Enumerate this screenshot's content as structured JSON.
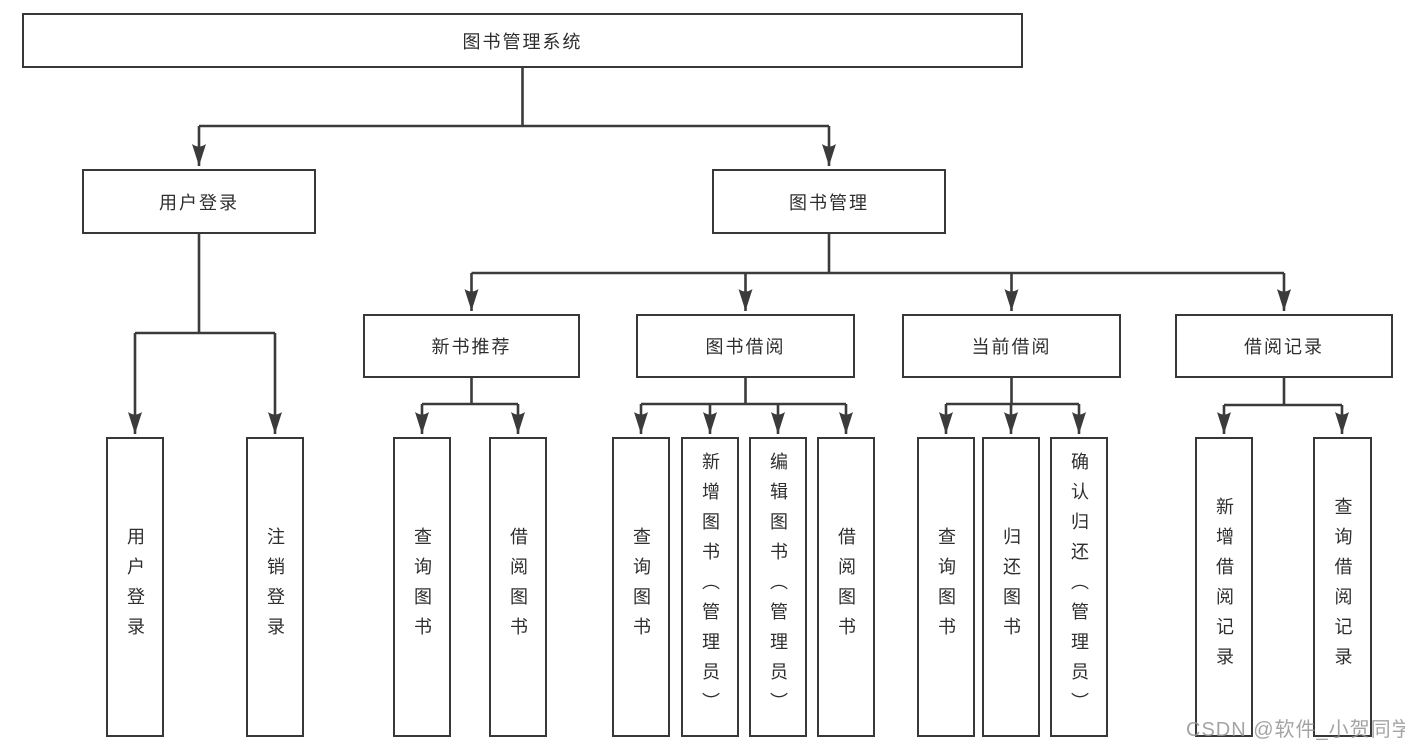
{
  "diagram": {
    "title": "图书管理系统",
    "colors": {
      "line": "#3b3b3b",
      "box_border": "#383838",
      "box_fill": "#ffffff",
      "text": "#2e2e2e",
      "watermark": "#949494",
      "background": "#ffffff"
    },
    "nodes": {
      "root": {
        "label": "图书管理系统"
      },
      "level2": [
        {
          "label": "用户登录"
        },
        {
          "label": "图书管理"
        }
      ],
      "level3": [
        {
          "label": "新书推荐"
        },
        {
          "label": "图书借阅"
        },
        {
          "label": "当前借阅"
        },
        {
          "label": "借阅记录"
        }
      ],
      "leaves": {
        "login": [
          {
            "label": "用户登录"
          },
          {
            "label": "注销登录"
          }
        ],
        "newbook": [
          {
            "label": "查询图书"
          },
          {
            "label": "借阅图书"
          }
        ],
        "borrow": [
          {
            "label": "查询图书"
          },
          {
            "label": "新增图书（管理员）"
          },
          {
            "label": "编辑图书（管理员）"
          },
          {
            "label": "借阅图书"
          }
        ],
        "current": [
          {
            "label": "查询图书"
          },
          {
            "label": "归还图书"
          },
          {
            "label": "确认归还（管理员）"
          }
        ],
        "records": [
          {
            "label": "新增借阅记录"
          },
          {
            "label": "查询借阅记录"
          }
        ]
      }
    }
  },
  "watermark": {
    "text": "CSDN @软件_小贺同学"
  }
}
